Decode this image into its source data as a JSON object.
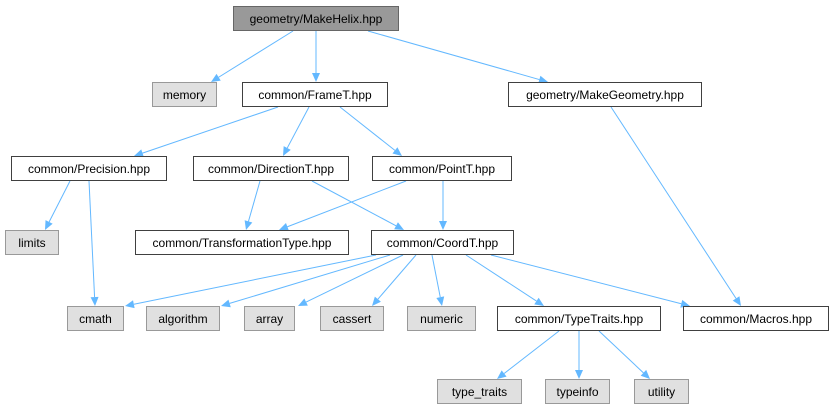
{
  "diagram": {
    "edge_color": "#63b8ff",
    "nodes": [
      {
        "id": "root",
        "label": "geometry/MakeHelix.hpp",
        "kind": "root"
      },
      {
        "id": "memory",
        "label": "memory",
        "kind": "system"
      },
      {
        "id": "frameT",
        "label": "common/FrameT.hpp",
        "kind": "local"
      },
      {
        "id": "makeGeom",
        "label": "geometry/MakeGeometry.hpp",
        "kind": "local"
      },
      {
        "id": "precision",
        "label": "common/Precision.hpp",
        "kind": "local"
      },
      {
        "id": "directionT",
        "label": "common/DirectionT.hpp",
        "kind": "local"
      },
      {
        "id": "pointT",
        "label": "common/PointT.hpp",
        "kind": "local"
      },
      {
        "id": "limits",
        "label": "limits",
        "kind": "system"
      },
      {
        "id": "transType",
        "label": "common/TransformationType.hpp",
        "kind": "local"
      },
      {
        "id": "coordT",
        "label": "common/CoordT.hpp",
        "kind": "local"
      },
      {
        "id": "cmath",
        "label": "cmath",
        "kind": "system"
      },
      {
        "id": "algorithm",
        "label": "algorithm",
        "kind": "system"
      },
      {
        "id": "array",
        "label": "array",
        "kind": "system"
      },
      {
        "id": "cassert",
        "label": "cassert",
        "kind": "system"
      },
      {
        "id": "numeric",
        "label": "numeric",
        "kind": "system"
      },
      {
        "id": "typeTraits",
        "label": "common/TypeTraits.hpp",
        "kind": "local"
      },
      {
        "id": "macros",
        "label": "common/Macros.hpp",
        "kind": "local"
      },
      {
        "id": "type_traits",
        "label": "type_traits",
        "kind": "system"
      },
      {
        "id": "typeinfo",
        "label": "typeinfo",
        "kind": "system"
      },
      {
        "id": "utility",
        "label": "utility",
        "kind": "system"
      }
    ],
    "edges": [
      [
        "root",
        "memory"
      ],
      [
        "root",
        "frameT"
      ],
      [
        "root",
        "makeGeom"
      ],
      [
        "frameT",
        "precision"
      ],
      [
        "frameT",
        "directionT"
      ],
      [
        "frameT",
        "pointT"
      ],
      [
        "makeGeom",
        "macros"
      ],
      [
        "precision",
        "limits"
      ],
      [
        "precision",
        "cmath"
      ],
      [
        "directionT",
        "transType"
      ],
      [
        "directionT",
        "coordT"
      ],
      [
        "pointT",
        "transType"
      ],
      [
        "pointT",
        "coordT"
      ],
      [
        "coordT",
        "cmath"
      ],
      [
        "coordT",
        "algorithm"
      ],
      [
        "coordT",
        "array"
      ],
      [
        "coordT",
        "cassert"
      ],
      [
        "coordT",
        "numeric"
      ],
      [
        "coordT",
        "typeTraits"
      ],
      [
        "coordT",
        "macros"
      ],
      [
        "typeTraits",
        "type_traits"
      ],
      [
        "typeTraits",
        "typeinfo"
      ],
      [
        "typeTraits",
        "utility"
      ]
    ]
  }
}
